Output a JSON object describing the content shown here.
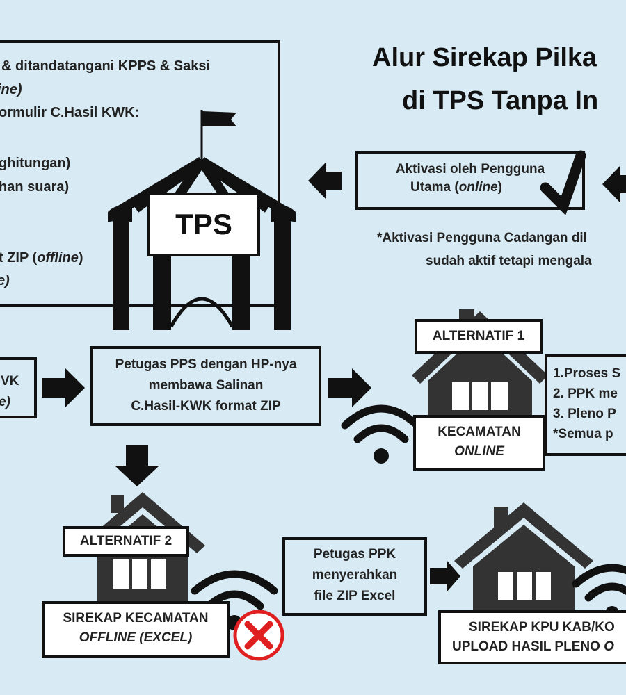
{
  "title": {
    "line1": "Alur Sirekap Pilka",
    "line2": "di TPS Tanpa In"
  },
  "tps_box": {
    "lines": [
      "& ditandatangani  KPPS & Saksi",
      "ine)",
      "ormulir C.Hasil KWK:",
      "ghitungan)",
      "han suara)",
      "t ZIP (",
      "offline",
      ")",
      "e)"
    ]
  },
  "tps_label": "TPS",
  "activation": {
    "line1": "Aktivasi oleh Pengguna",
    "line2_prefix": "Utama (",
    "line2_italic": "online",
    "line2_suffix": ")"
  },
  "activation_note": {
    "line1": "*Aktivasi Pengguna Cadangan dil",
    "line2": "sudah aktif tetapi mengala"
  },
  "left_box": {
    "line1": "VK",
    "line2": "e)"
  },
  "pps_box": {
    "line1": "Petugas PPS dengan HP-nya",
    "line2": "membawa Salinan",
    "line3": "C.Hasil-KWK format ZIP"
  },
  "alt1": {
    "label": "ALTERNATIF 1",
    "kecamatan": "KECAMATAN",
    "online": "ONLINE",
    "steps": [
      "1.Proses S",
      "2. PPK me",
      "3. Pleno P",
      "*Semua p"
    ]
  },
  "alt2": {
    "label": "ALTERNATIF 2",
    "line1": "SIREKAP KECAMATAN",
    "line2": "OFFLINE (EXCEL)"
  },
  "ppk_box": {
    "line1": "Petugas PPK",
    "line2": "menyerahkan",
    "line3": "file ZIP Excel"
  },
  "kpu_box": {
    "line1": "SIREKAP KPU KAB/KO",
    "line2_prefix": "UPLOAD HASIL PLENO ",
    "line2_italic": "O"
  },
  "colors": {
    "background": "#d8ebf4",
    "ink": "#111111",
    "error_red": "#e02020"
  }
}
